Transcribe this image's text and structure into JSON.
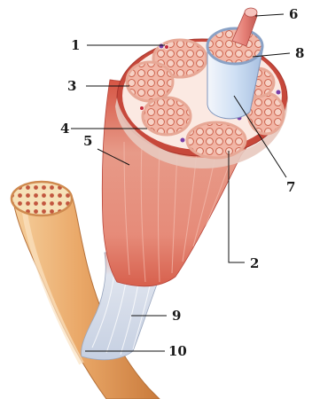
{
  "diagram": {
    "labels": [
      "1",
      "2",
      "3",
      "4",
      "5",
      "6",
      "7",
      "8",
      "9",
      "10"
    ]
  },
  "colors": {
    "muscle_red": "#c8473a",
    "muscle_pink": "#e49a88",
    "fascicle_fill": "#f2b6a6",
    "fiber_outline": "#c95b45",
    "tendon": "#cfd8e6",
    "bone": "#e7a86a",
    "bone_light": "#f3c48e"
  }
}
